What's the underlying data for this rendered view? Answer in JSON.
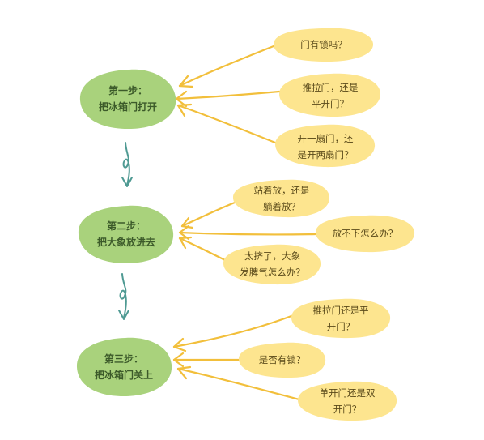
{
  "colors": {
    "step_fill": "#a9d27c",
    "question_fill": "#fde58f",
    "arrow": "#f2bf3b",
    "flow_arrow": "#4f9a93",
    "step_text": "#3c5a2a",
    "question_text": "#5a4a1a"
  },
  "steps": [
    {
      "label": "第一步：\n把冰箱门打开",
      "questions": [
        "门有锁吗？",
        "推拉门，还是\n平开门？",
        "开一扇门，还\n是开两扇门？"
      ]
    },
    {
      "label": "第二步：\n把大象放进去",
      "questions": [
        "站着放，还是\n躺着放？",
        "放不下怎么办？",
        "太挤了，大象\n发脾气怎么办？"
      ]
    },
    {
      "label": "第三步：\n把冰箱门关上",
      "questions": [
        "推拉门还是平\n开门？",
        "是否有锁？",
        "单开门还是双\n开门？"
      ]
    }
  ]
}
